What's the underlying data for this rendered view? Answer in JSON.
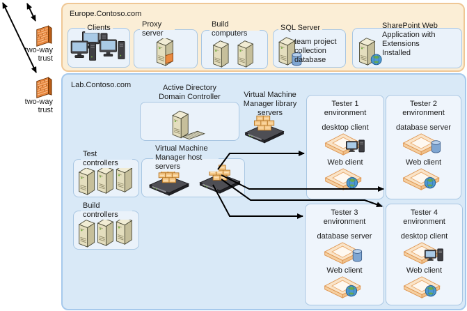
{
  "trust": {
    "labels": [
      {
        "text": "two-way trust"
      },
      {
        "text": "two-way trust"
      }
    ]
  },
  "europe": {
    "title": "Europe.Contoso.com",
    "clients_label": "Clients",
    "proxy_label": "Proxy server",
    "build_label": "Build computers",
    "sql_label": "SQL Server",
    "sql_note": "team project collection database",
    "sharepoint_label": "SharePoint Web Application with Extensions Installed"
  },
  "lab": {
    "title": "Lab.Contoso.com",
    "addc_label": "Active Directory Domain Controller",
    "library_label": "Virtual Machine Manager library servers",
    "host_label": "Virtual Machine Manager host servers",
    "test_label": "Test controllers",
    "buildc_label": "Build controllers",
    "testers": [
      {
        "name": "Tester 1",
        "env": "environment",
        "vm1": "desktop client",
        "vm2": "Web client"
      },
      {
        "name": "Tester 2",
        "env": "environment",
        "vm1": "database server",
        "vm2": "Web client"
      },
      {
        "name": "Tester 3",
        "env": "environment",
        "vm1": "database server",
        "vm2": "Web client"
      },
      {
        "name": "Tester 4",
        "env": "environment",
        "vm1": "desktop client",
        "vm2": "Web client"
      }
    ]
  },
  "colors": {
    "europe_fill": "#FBEED6",
    "europe_border": "#EFC795",
    "lab_fill": "#D9E9F7",
    "lab_border": "#A6C9EC",
    "group_box_fill": "#EAF2FA",
    "group_box_border": "#A8C6E2",
    "firewall_orange": "#E8863E",
    "arrow": "#000000"
  }
}
